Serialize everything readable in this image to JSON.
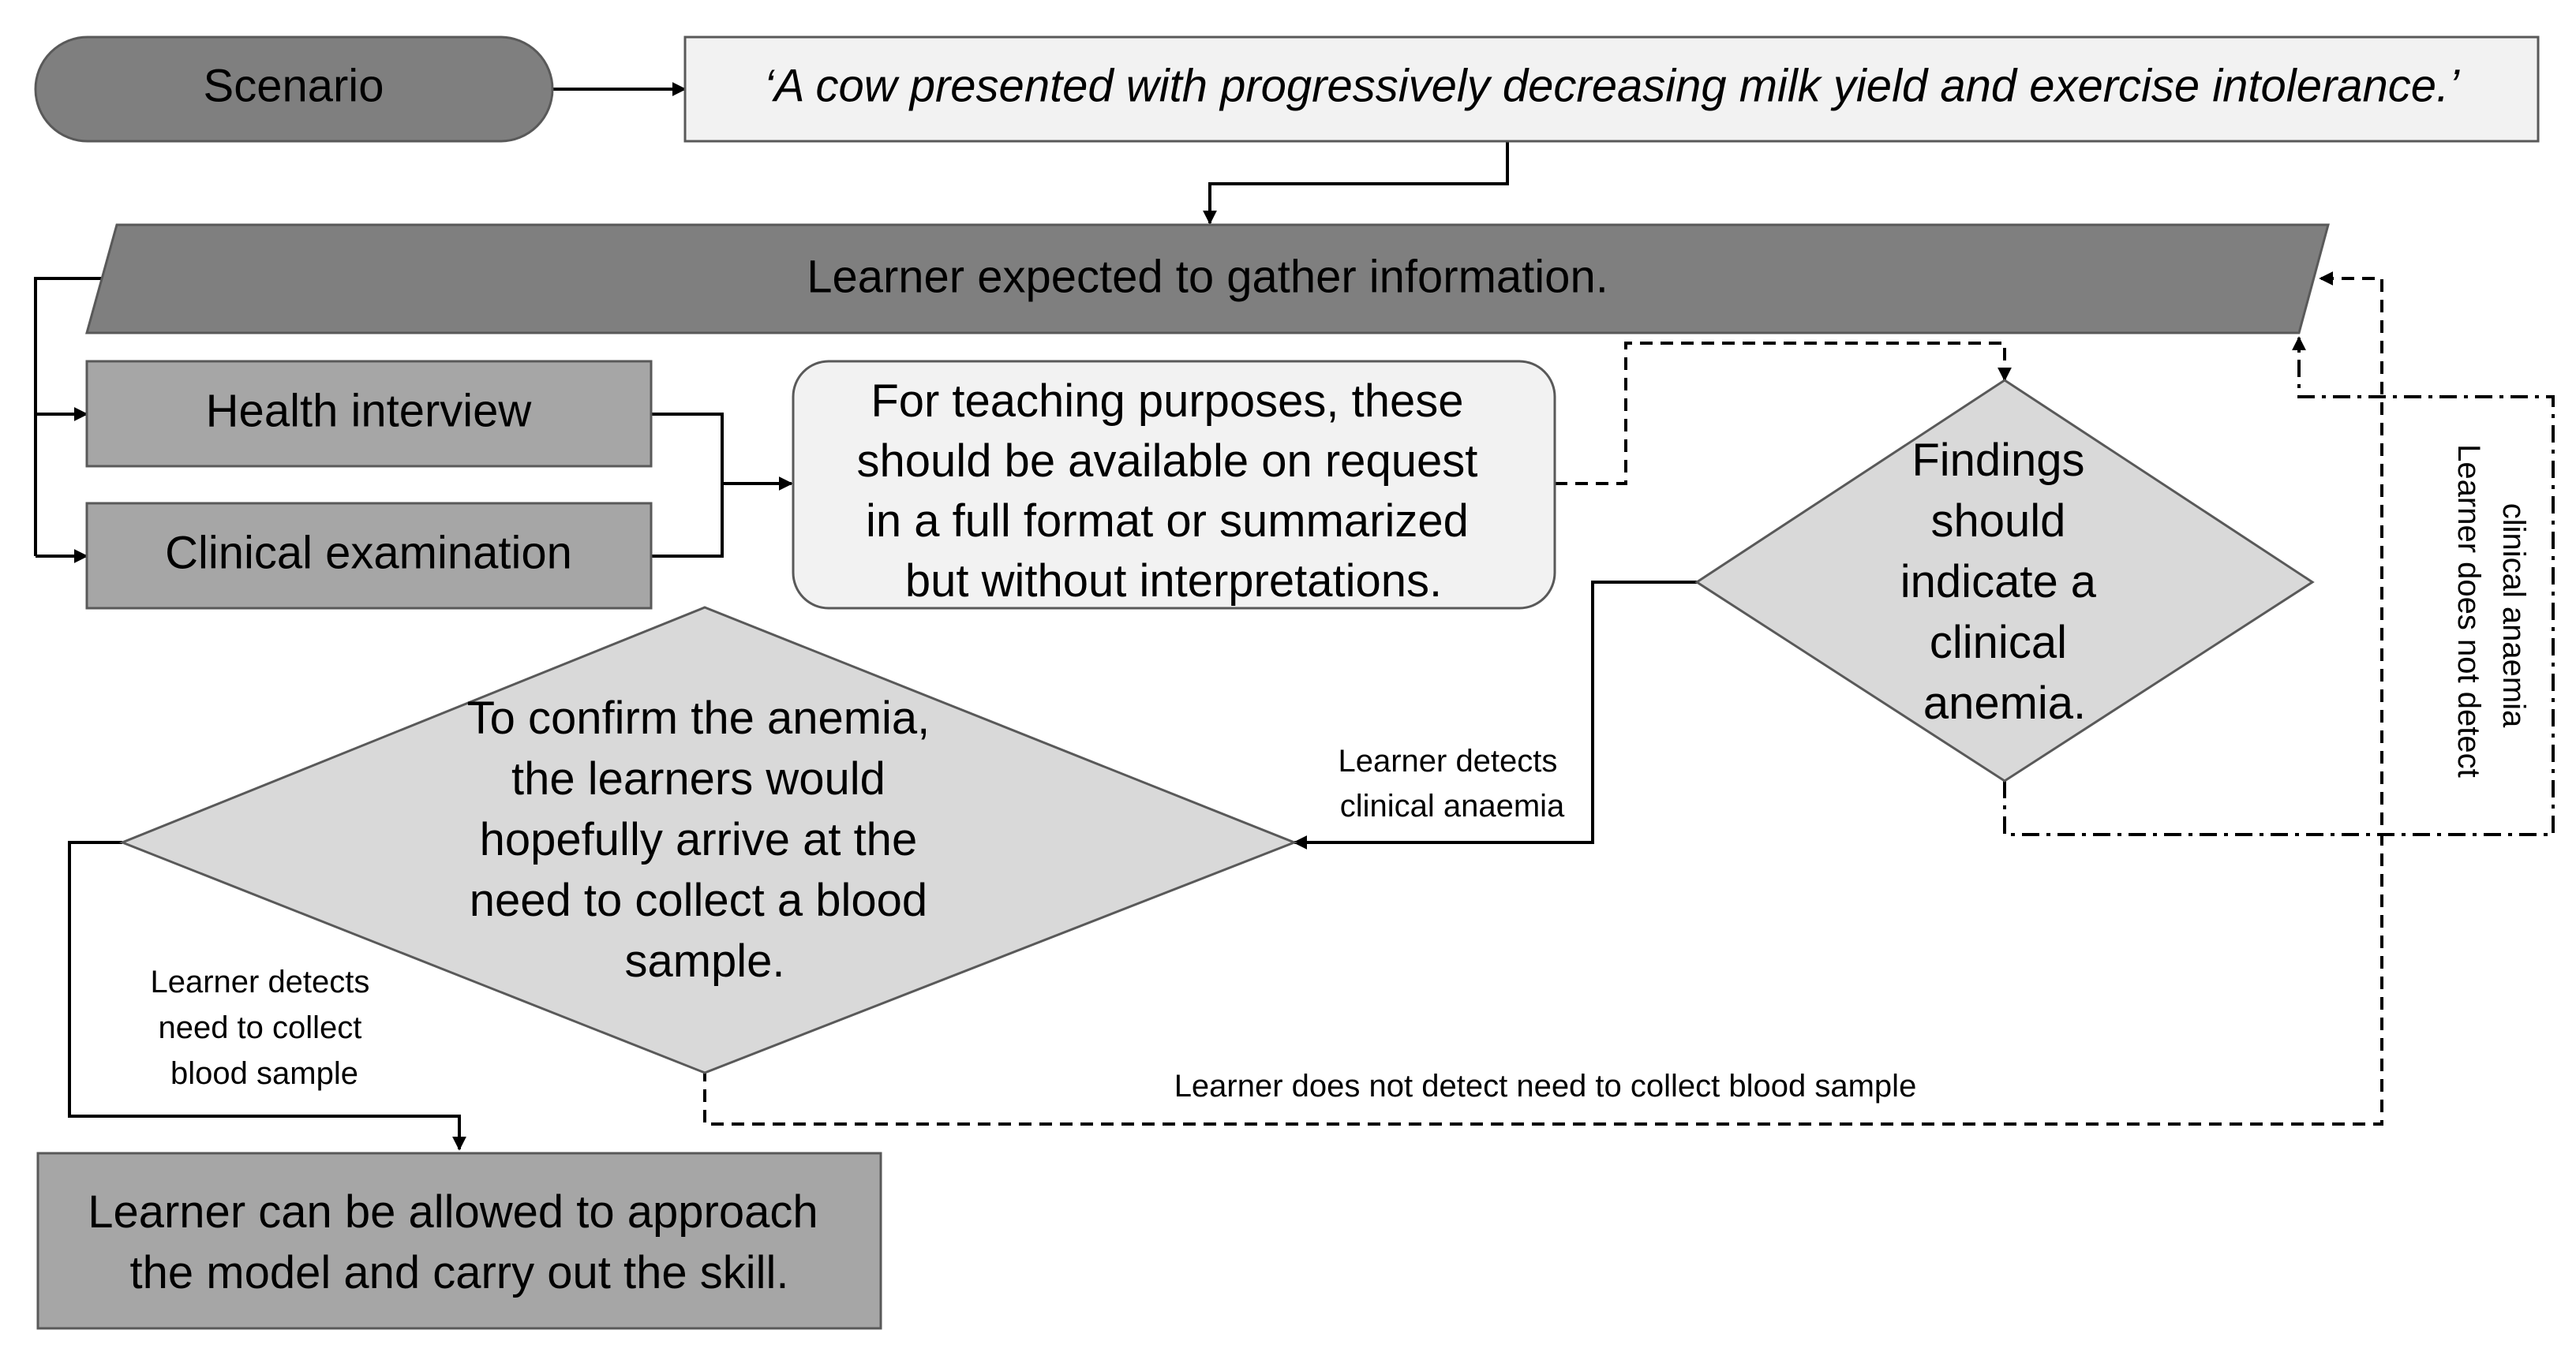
{
  "nodes": {
    "scenario": "Scenario",
    "scenario_text": "‘A cow presented with progressively decreasing milk yield and exercise intolerance.’",
    "gather": "Learner expected to gather information.",
    "health_interview": "Health interview",
    "clinical_exam": "Clinical examination",
    "teaching_note": [
      "For teaching purposes, these",
      "should be available on request",
      "in a full format or summarized",
      "but without interpretations."
    ],
    "findings": [
      "Findings",
      "should",
      "indicate a",
      "clinical",
      "anemia."
    ],
    "confirm": [
      "To confirm the anemia,",
      "the learners would",
      "hopefully arrive at the",
      "need to collect a blood",
      "sample."
    ],
    "approach": [
      "Learner can be allowed to approach",
      "the model and carry out the skill."
    ]
  },
  "edge_labels": {
    "detects_anaemia": [
      "Learner detects",
      "clinical anaemia"
    ],
    "detects_blood": [
      "Learner detects",
      "need to collect",
      "blood sample"
    ],
    "not_detect_blood": "Learner does not detect need to collect blood sample",
    "not_detect_anaemia": [
      "Learner does not detect",
      "clinical anaemia"
    ]
  },
  "colors": {
    "dark_fill": "#7f7f7f",
    "mid_fill": "#a6a6a6",
    "light_fill": "#d9d9d9",
    "pale_fill": "#f2f2f2",
    "stroke": "#595959",
    "line": "#000000"
  }
}
